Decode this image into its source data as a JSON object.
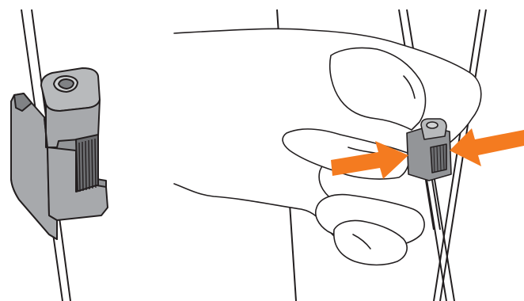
{
  "colors": {
    "background": "#ffffff",
    "outline": "#231f20",
    "clip_face": "#a7a9ac",
    "clip_shadow": "#6d6e71",
    "clip_dark": "#58595b",
    "arrow": "#f47b20"
  },
  "figure": {
    "left_panel": "cable-clip-closeup",
    "right_panel": "hand-pinching-clip",
    "arrows": [
      "arrow-left-pointing-right",
      "arrow-right-pointing-left"
    ]
  }
}
